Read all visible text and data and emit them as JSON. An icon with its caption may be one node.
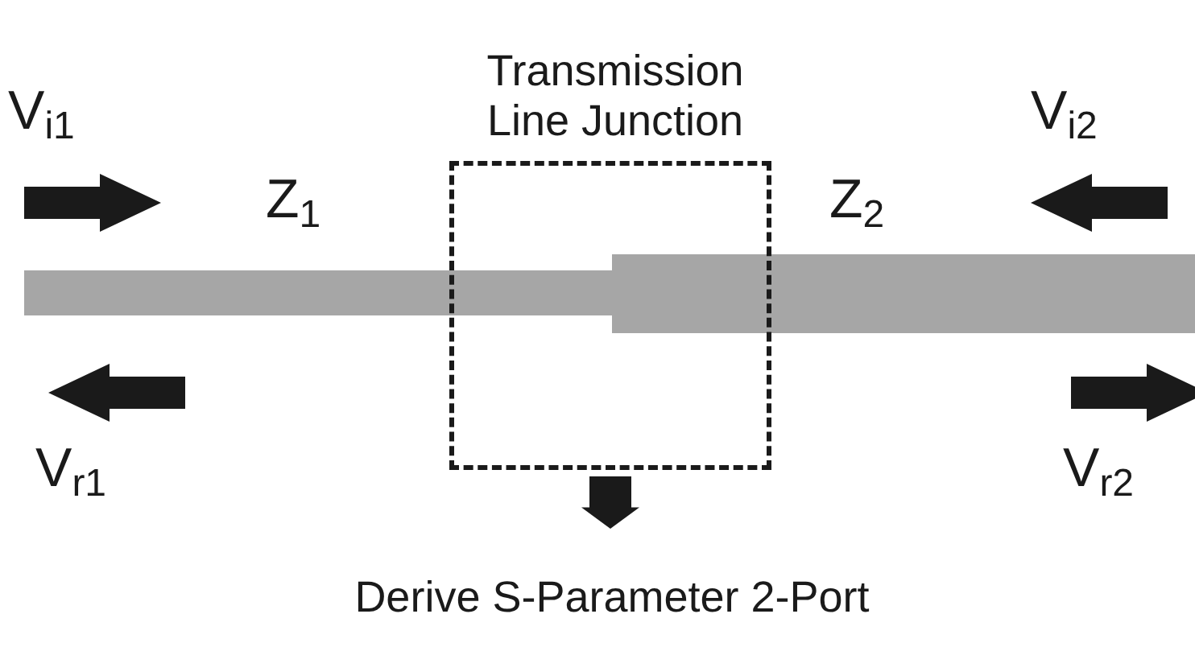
{
  "diagram": {
    "nodes": [
      {
        "text": [
          "Transmission Line Junction"
        ]
      },
      {
        "text": [
          "Derive S-Parameter 2-Port"
        ]
      }
    ],
    "edges": [
      {
        "from": 0,
        "to": 1,
        "arrow": "to"
      }
    ],
    "labels": [
      "V$_{i1}$",
      "V$_{i2}$",
      "Z$_{1}$",
      "Z$_{2}$",
      "V$_{r1}$",
      "V$_{r2}$"
    ]
  }
}
